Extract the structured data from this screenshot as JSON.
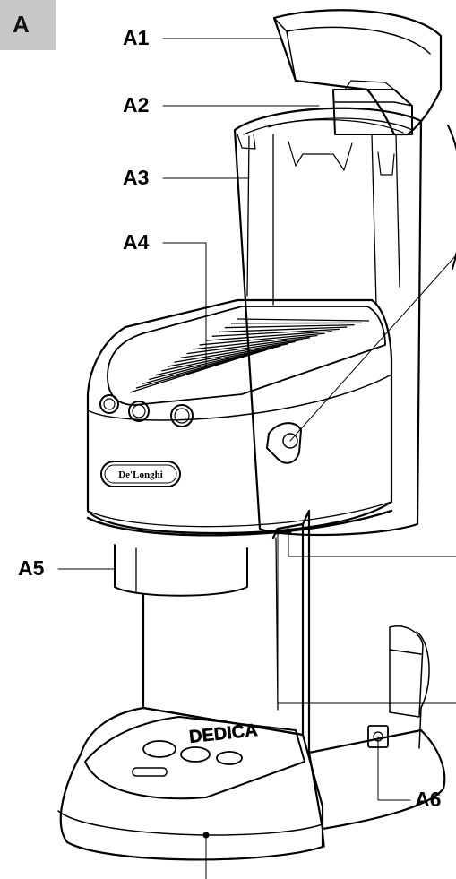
{
  "figure": {
    "section_letter": "A",
    "brand_logo_text": "De'Longhi",
    "model_name_text": "DEDICA"
  },
  "labels": {
    "a1": "A1",
    "a2": "A2",
    "a3": "A3",
    "a4": "A4",
    "a5": "A5",
    "a6": "A6"
  }
}
